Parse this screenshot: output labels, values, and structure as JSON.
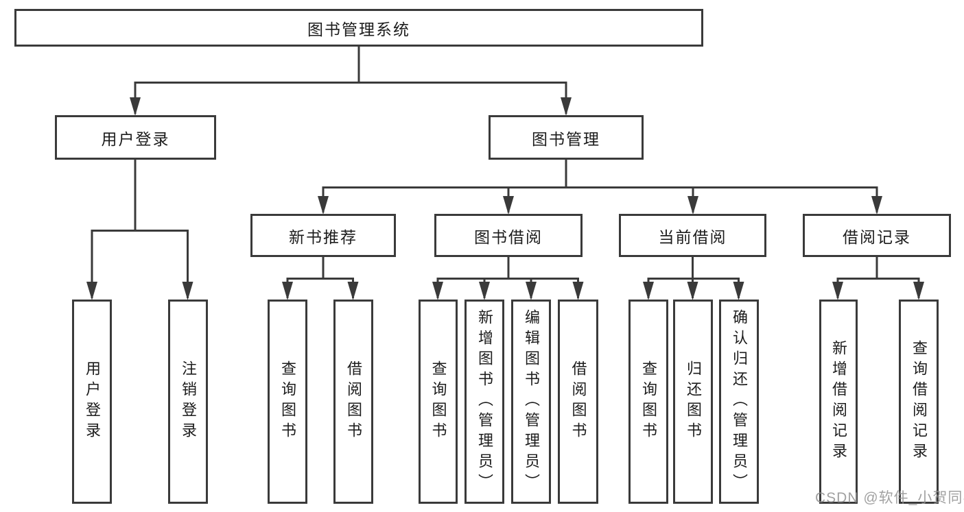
{
  "watermark": "CSDN @软件_小贺同学",
  "colors": {
    "line": "#3a3a3a",
    "border": "#3a3a3a",
    "text": "#1c1c1c",
    "watermark": "#919191",
    "background": "#ffffff"
  },
  "tree": {
    "root": "图书管理系统",
    "children": [
      {
        "label": "用户登录",
        "children": [
          "用户登录",
          "注销登录"
        ]
      },
      {
        "label": "图书管理",
        "children": [
          {
            "label": "新书推荐",
            "children": [
              "查询图书",
              "借阅图书"
            ]
          },
          {
            "label": "图书借阅",
            "children": [
              "查询图书",
              "新增图书（管理员）",
              "编辑图书（管理员）",
              "借阅图书"
            ]
          },
          {
            "label": "当前借阅",
            "children": [
              "查询图书",
              "归还图书",
              "确认归还（管理员）"
            ]
          },
          {
            "label": "借阅记录",
            "children": [
              "新增借阅记录",
              "查询借阅记录"
            ]
          }
        ]
      }
    ]
  }
}
